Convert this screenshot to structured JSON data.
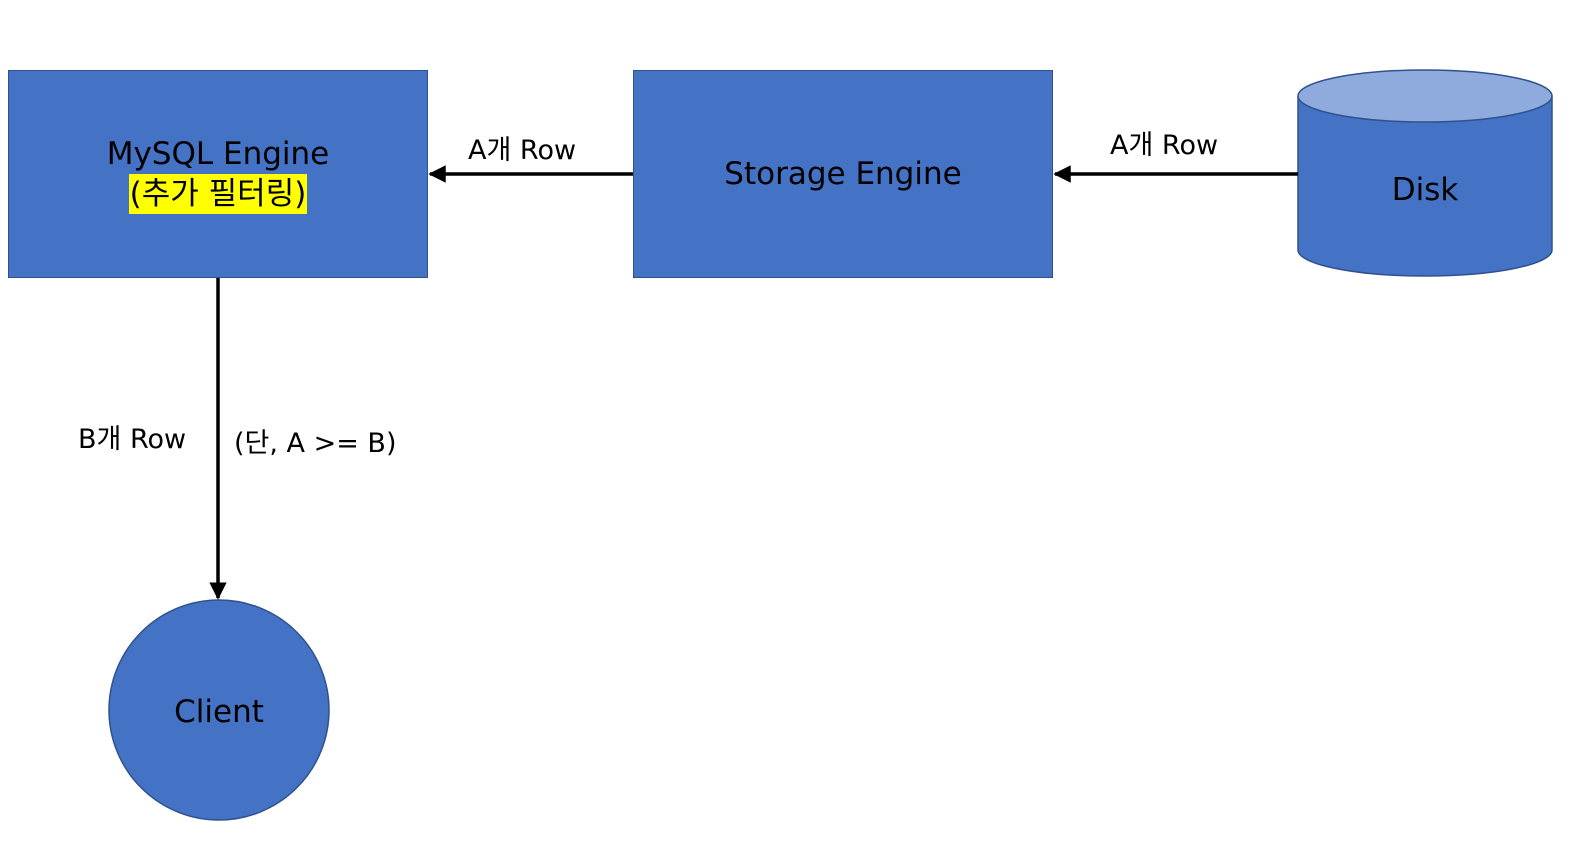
{
  "nodes": {
    "mysql": {
      "title": "MySQL Engine",
      "subtitle": "(추가 필터링)"
    },
    "storage": {
      "title": "Storage Engine"
    },
    "disk": {
      "title": "Disk"
    },
    "client": {
      "title": "Client"
    }
  },
  "edges": {
    "storage_to_mysql": {
      "label": "A개 Row"
    },
    "disk_to_storage": {
      "label": "A개 Row"
    },
    "mysql_to_client": {
      "label": "B개 Row",
      "condition": "(단, A >= B)"
    }
  },
  "colors": {
    "node_fill": "#4472c4",
    "node_stroke": "#2f528f",
    "disk_top": "#8faadc",
    "highlight": "#ffff00",
    "arrow": "#000000"
  }
}
